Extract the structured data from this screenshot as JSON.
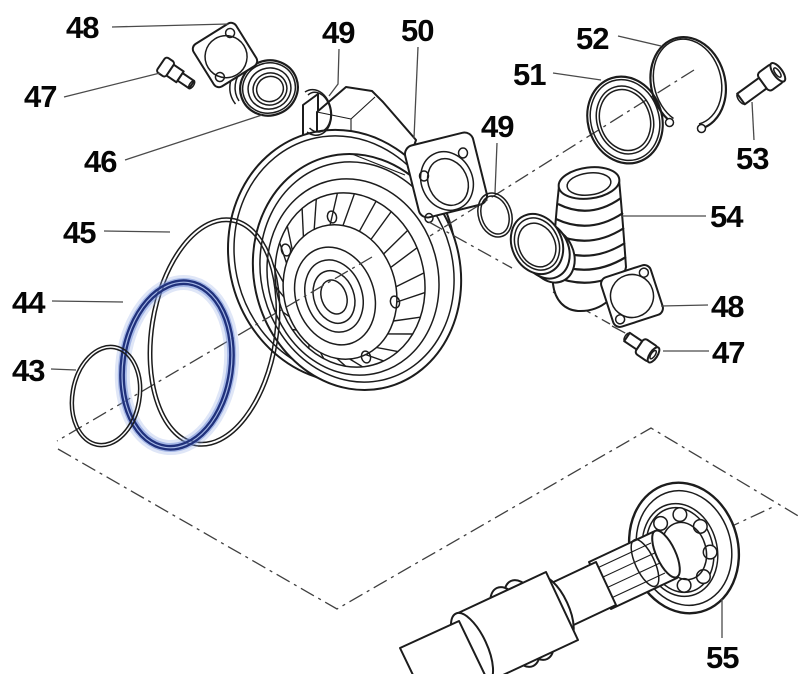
{
  "diagram": {
    "type": "exploded-parts-diagram",
    "background_color": "#ffffff",
    "line_color": "#1c1c1c",
    "leader_color": "#4a4a4a",
    "centerline_color": "#3f3f3f",
    "highlighted_part_label": "44",
    "highlight_halo_color": "#7692da",
    "highlight_core_color": "#20317c",
    "callouts": [
      {
        "label": "48"
      },
      {
        "label": "47"
      },
      {
        "label": "46"
      },
      {
        "label": "49"
      },
      {
        "label": "50"
      },
      {
        "label": "52"
      },
      {
        "label": "51"
      },
      {
        "label": "53"
      },
      {
        "label": "49"
      },
      {
        "label": "54"
      },
      {
        "label": "48"
      },
      {
        "label": "47"
      },
      {
        "label": "45"
      },
      {
        "label": "44"
      },
      {
        "label": "43"
      },
      {
        "label": "55"
      }
    ]
  }
}
